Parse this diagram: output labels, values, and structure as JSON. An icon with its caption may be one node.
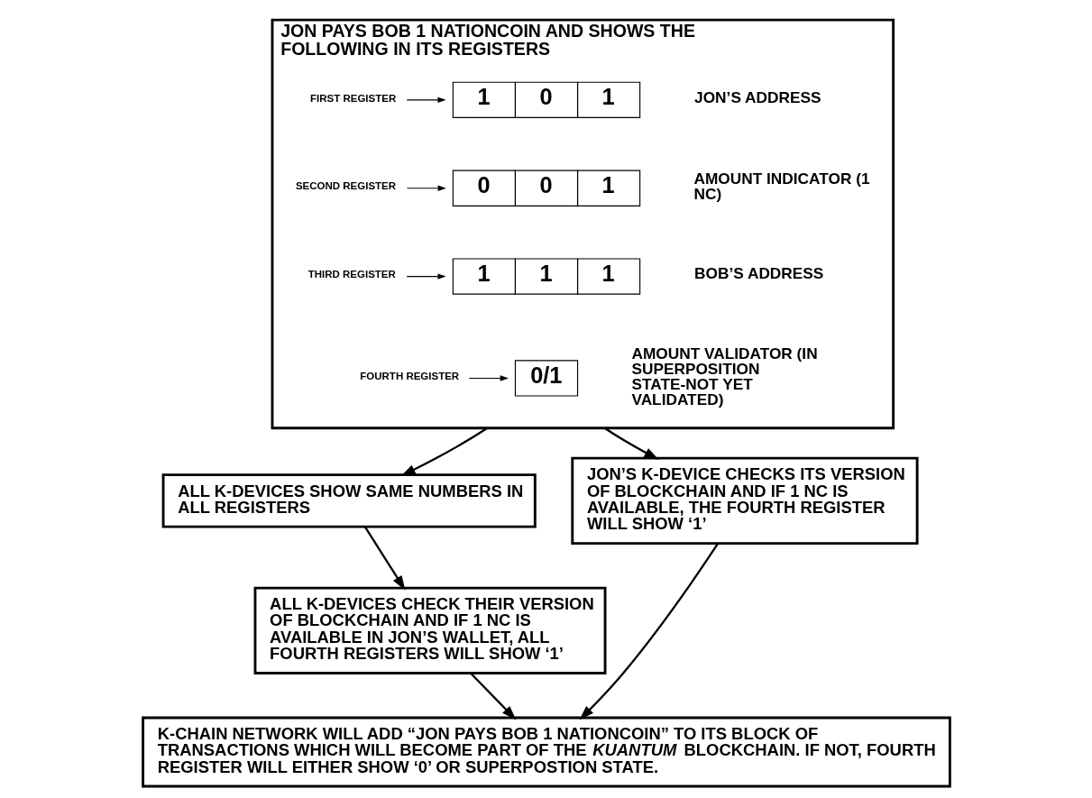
{
  "diagram": {
    "nodes": [
      {
        "text": [
          "JON PAYS BOB 1 NATIONCOIN AND SHOWS THE FOLLOWING IN ITS REGISTERS"
        ]
      },
      {
        "text": [
          "FIRST REGISTER"
        ],
        "in": 0
      },
      {
        "text": [
          "1",
          "0",
          "1"
        ],
        "in": 0,
        "beside": [
          "JON’S ADDRESS"
        ]
      },
      {
        "text": [
          "SECOND REGISTER"
        ],
        "in": 0
      },
      {
        "text": [
          "0",
          "0",
          "1"
        ],
        "in": 0,
        "beside": [
          "AMOUNT INDICATOR (1 NC)"
        ]
      },
      {
        "text": [
          "THIRD REGISTER"
        ],
        "in": 0
      },
      {
        "text": [
          "1",
          "1",
          "1"
        ],
        "in": 0,
        "beside": [
          "BOB’S ADDRESS"
        ]
      },
      {
        "text": [
          "FOURTH REGISTER"
        ],
        "in": 0
      },
      {
        "text": [
          "0/1"
        ],
        "in": 0,
        "beside": [
          "AMOUNT VALIDATOR (IN SUPERPOSITION STATE-NOT YET VALIDATED)"
        ]
      },
      {
        "text": [
          "ALL K-DEVICES SHOW SAME NUMBERS IN ALL REGISTERS"
        ]
      },
      {
        "text": [
          "ALL K-DEVICES CHECK THEIR VERSION OF BLOCKCHAIN AND IF 1 NC IS AVAILABLE IN JON’S WALLET, ALL FOURTH REGISTERS WILL SHOW ‘1’"
        ]
      },
      {
        "text": [
          "JON’S K-DEVICE CHECKS ITS VERSION OF BLOCKCHAIN AND IF 1 NC IS AVAILABLE, THE FOURTH REGISTER WILL SHOW ‘1’"
        ]
      },
      {
        "text": [
          "K-CHAIN NETWORK WILL ADD “JON PAYS BOB 1 NATIONCOIN” TO ITS BLOCK OF TRANSACTIONS WHICH WILL BECOME PART OF THE *KUANTUM* BLOCKCHAIN. IF NOT, FOURTH REGISTER WILL EITHER SHOW ‘0’ OR SUPERPOSTION STATE."
        ]
      }
    ],
    "edges": [
      {
        "from": 1,
        "to": 2,
        "arrow": "to"
      },
      {
        "from": 3,
        "to": 4,
        "arrow": "to"
      },
      {
        "from": 5,
        "to": 6,
        "arrow": "to"
      },
      {
        "from": 7,
        "to": 8,
        "arrow": "to"
      },
      {
        "from": 0,
        "to": 9,
        "arrow": "to"
      },
      {
        "from": 9,
        "to": 10,
        "arrow": "to"
      },
      {
        "from": 0,
        "to": 11,
        "arrow": "to"
      },
      {
        "from": 11,
        "to": 12,
        "arrow": "to"
      },
      {
        "from": 10,
        "to": 12,
        "arrow": "to"
      }
    ]
  }
}
